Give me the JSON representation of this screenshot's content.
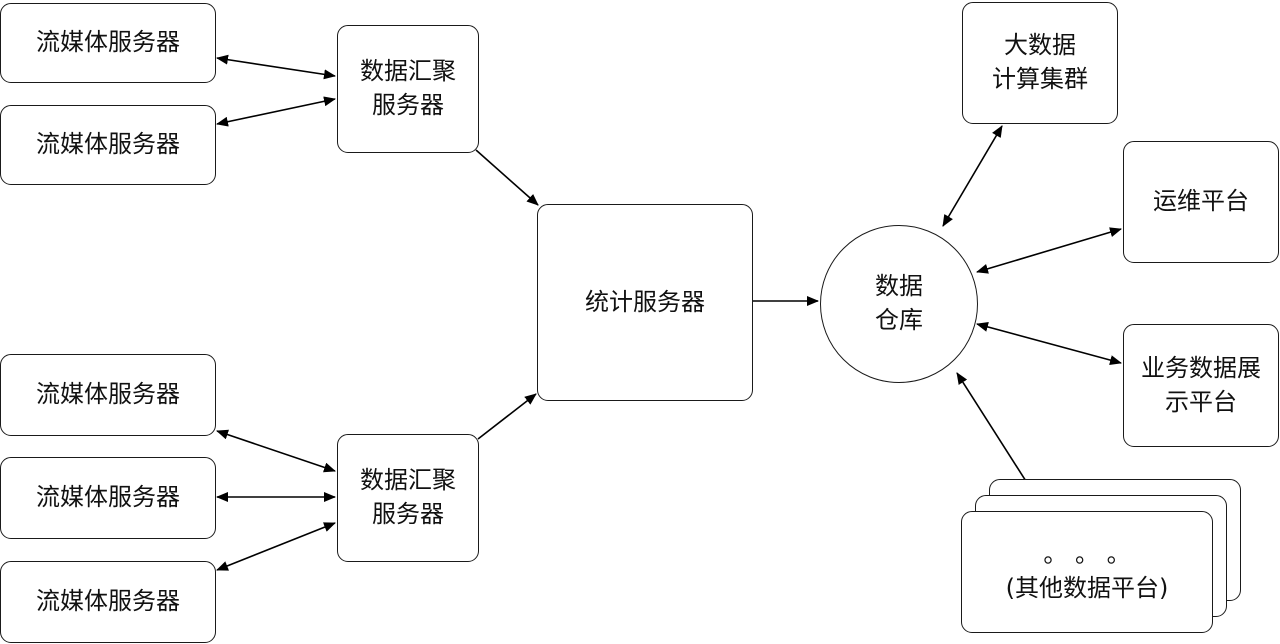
{
  "nodes": {
    "streaming_1": "流媒体服务器",
    "streaming_2": "流媒体服务器",
    "streaming_3": "流媒体服务器",
    "streaming_4": "流媒体服务器",
    "streaming_5": "流媒体服务器",
    "aggregation_1": "数据汇聚\n服务器",
    "aggregation_2": "数据汇聚\n服务器",
    "statistics": "统计服务器",
    "warehouse": "数据\n仓库",
    "big_data": "大数据\n计算集群",
    "ops": "运维平台",
    "business": "业务数据展\n示平台",
    "others": "。 。 。\n(其他数据平台)"
  }
}
